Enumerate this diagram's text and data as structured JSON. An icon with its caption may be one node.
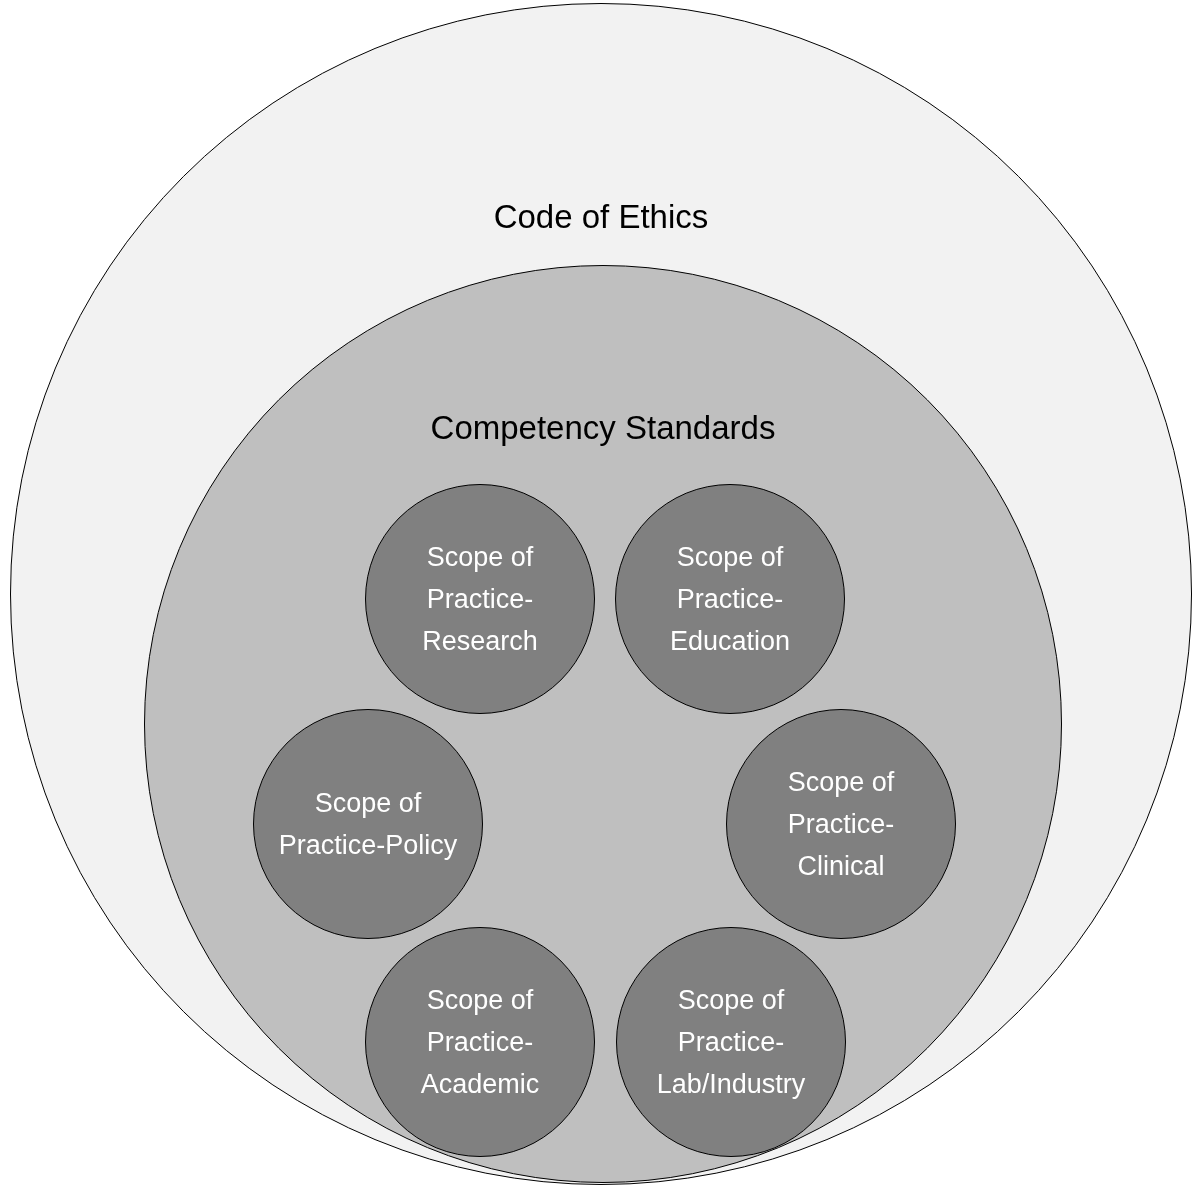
{
  "diagram": {
    "nodes": [
      {
        "text": [
          "Code of Ethics"
        ]
      },
      {
        "text": [
          "Competency Standards"
        ],
        "in": 0
      },
      {
        "text": [
          "Scope of Practice-Research"
        ],
        "in": 1
      },
      {
        "text": [
          "Scope of Practice-Education"
        ],
        "in": 1
      },
      {
        "text": [
          "Scope of Practice-Policy"
        ],
        "in": 1
      },
      {
        "text": [
          "Scope of Practice-Clinical"
        ],
        "in": 1
      },
      {
        "text": [
          "Scope of Practice-Academic"
        ],
        "in": 1
      },
      {
        "text": [
          "Scope of Practice-Lab/Industry"
        ],
        "in": 1
      }
    ]
  }
}
